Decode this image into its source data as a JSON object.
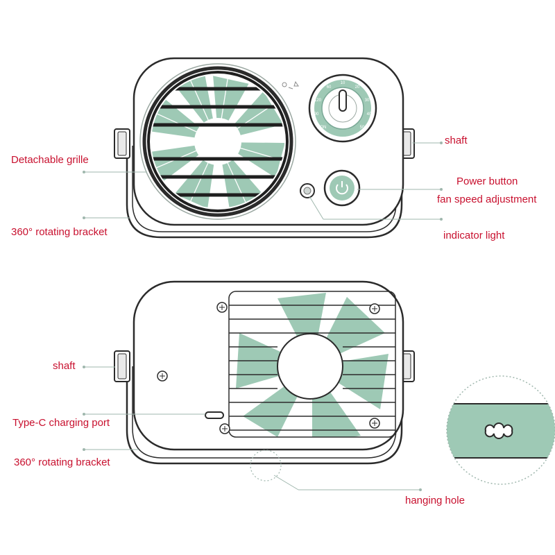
{
  "labels": {
    "detachable_grille": "Detachable grille",
    "rotating_bracket_front": "360° rotating bracket",
    "shaft_front": "shaft",
    "power_button": "Power button",
    "fan_speed": "fan speed adjustment",
    "indicator_light": "indicator light",
    "shaft_back": "shaft",
    "type_c_port": "Type-C charging port",
    "rotating_bracket_back": "360° rotating bracket",
    "hanging_hole": "hanging hole"
  },
  "colors": {
    "label_text": "#c8102e",
    "blade_green": "#9ec9b5",
    "outline": "#2b2b2b",
    "leader_line": "#9fb7ad"
  },
  "icons": {
    "power": "power-icon",
    "timer": "timer-dial-icon",
    "indicator": "indicator-light-icon",
    "hanging_hole": "keyhole-icon"
  }
}
